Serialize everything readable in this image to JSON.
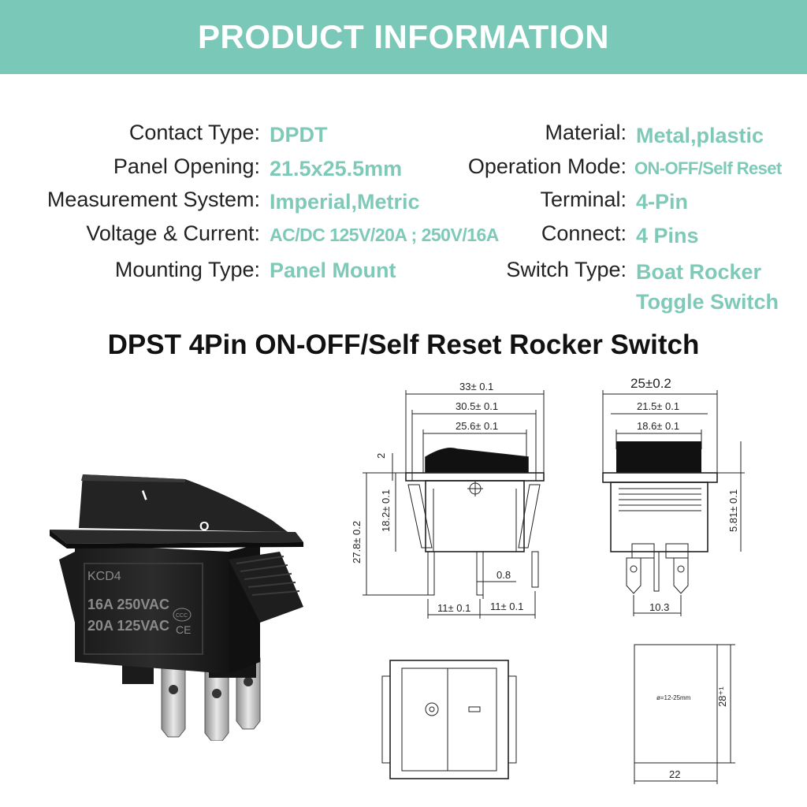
{
  "header": {
    "title": "PRODUCT INFORMATION"
  },
  "specs_left": [
    {
      "label": "Contact Type:",
      "value": "DPDT"
    },
    {
      "label": "Panel  Opening:",
      "value": "21.5x25.5mm"
    },
    {
      "label": "Measurement System:",
      "value": "Imperial,Metric"
    },
    {
      "label": "Voltage & Current:",
      "value": "AC/DC 125V/20A ; 250V/16A"
    },
    {
      "label": "Mounting Type:",
      "value": "Panel Mount"
    }
  ],
  "specs_right": [
    {
      "label": "Material:",
      "value": "Metal,plastic"
    },
    {
      "label": "Operation Mode:",
      "value": "ON-OFF/Self Reset"
    },
    {
      "label": "Terminal:",
      "value": "4-Pin"
    },
    {
      "label": "Connect:",
      "value": "4 Pins"
    },
    {
      "label": "Switch Type:",
      "value": "Boat Rocker",
      "value2": "Toggle Switch"
    }
  ],
  "product_title": "DPST 4Pin ON-OFF/Self Reset Rocker Switch",
  "switch_marking": {
    "model": "KCD4",
    "rating1": "16A 250VAC",
    "rating2": "20A 125VAC",
    "cert1": "CCC",
    "cert2": "CE",
    "on_symbol": "I",
    "off_symbol": "O"
  },
  "dimensions": {
    "front": {
      "w_outer": "33± 0.1",
      "w_mid": "30.5± 0.1",
      "w_rocker": "25.6± 0.1",
      "rocker_h": "2",
      "total_h": "27.8± 0.2",
      "body_h": "18.2± 0.1",
      "pin_w": "0.8",
      "pitch1": "11± 0.1",
      "pitch2": "11± 0.1"
    },
    "side": {
      "w_outer": "25±0.2",
      "w_mid": "21.5± 0.1",
      "w_inner": "18.6± 0.1",
      "height": "5.81± 0.1",
      "pitch": "10.3"
    },
    "cutout": {
      "label": "ø=12-25mm",
      "height": "28⁺¹",
      "width": "22"
    }
  },
  "colors": {
    "accent": "#79c8b8",
    "value_text": "#7ec9b7"
  }
}
